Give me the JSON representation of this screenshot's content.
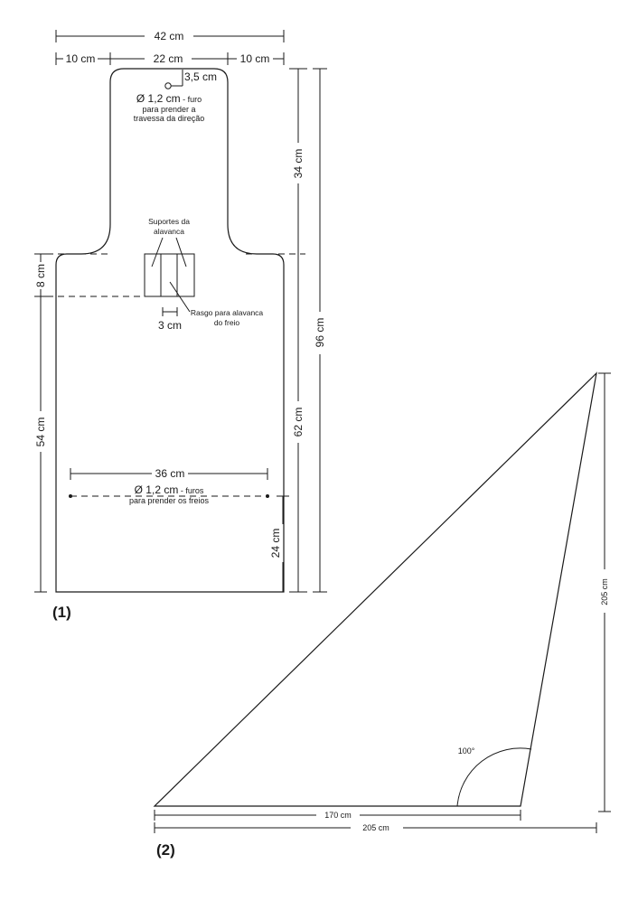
{
  "figure1": {
    "label": "(1)",
    "dims": {
      "total_width": "42 cm",
      "left_margin": "10 cm",
      "neck_width": "22 cm",
      "right_margin": "10 cm",
      "hole_offset": "3,5 cm",
      "neck_height": "34 cm",
      "total_height": "96 cm",
      "body_height": "62 cm",
      "bracket_height": "8 cm",
      "lower_height": "54 cm",
      "slot_width": "3 cm",
      "holes_spacing": "36 cm",
      "holes_height": "24 cm"
    },
    "notes": {
      "hole_top_main": "Ø 1,2 cm",
      "hole_top_suffix": " - furo",
      "hole_top_line2": "para prender a",
      "hole_top_line3": "travessa da direção",
      "supports_line1": "Suportes da",
      "supports_line2": "alavanca",
      "slot_line1": "Rasgo para alavanca",
      "slot_line2": "do freio",
      "holes_main": "Ø 1,2 cm",
      "holes_suffix": " - furos",
      "holes_line2": "para prender os freios"
    }
  },
  "figure2": {
    "label": "(2)",
    "dims": {
      "base": "170 cm",
      "total_base": "205 cm",
      "height": "205 cm",
      "angle": "100°"
    }
  }
}
